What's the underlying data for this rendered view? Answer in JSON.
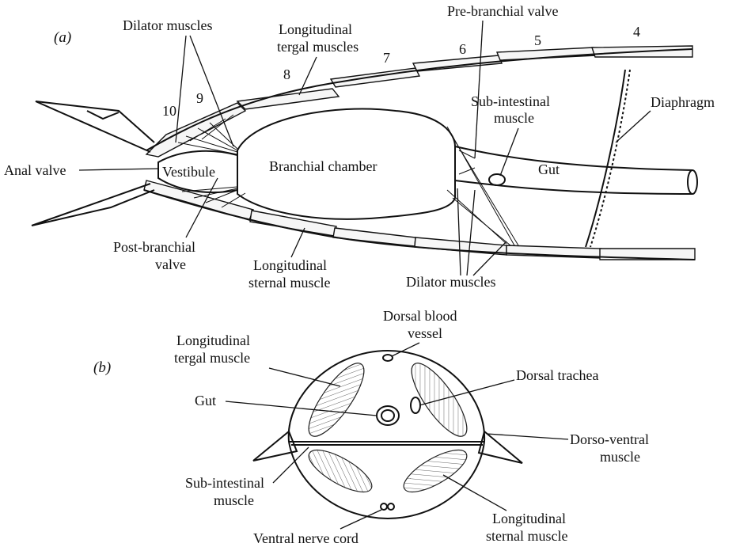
{
  "panel_a": {
    "panel_label": "(a)",
    "segments": [
      "10",
      "9",
      "8",
      "7",
      "6",
      "5",
      "4"
    ],
    "labels": {
      "dilator_top": "Dilator muscles",
      "long_tergal_1": "Longitudinal",
      "long_tergal_2": "tergal muscles",
      "pre_branchial": "Pre-branchial valve",
      "sub_intestinal_1": "Sub-intestinal",
      "sub_intestinal_2": "muscle",
      "diaphragm": "Diaphragm",
      "anal_valve": "Anal valve",
      "vestibule": "Vestibule",
      "branchial_chamber": "Branchial chamber",
      "gut": "Gut",
      "post_branchial_1": "Post-branchial",
      "post_branchial_2": "valve",
      "long_sternal_1": "Longitudinal",
      "long_sternal_2": "sternal muscle",
      "dilator_bottom": "Dilator muscles"
    }
  },
  "panel_b": {
    "panel_label": "(b)",
    "labels": {
      "dorsal_blood_1": "Dorsal blood",
      "dorsal_blood_2": "vessel",
      "long_tergal_1": "Longitudinal",
      "long_tergal_2": "tergal muscle",
      "dorsal_trachea": "Dorsal trachea",
      "gut": "Gut",
      "dorso_ventral_1": "Dorso-ventral",
      "dorso_ventral_2": "muscle",
      "sub_intestinal_1": "Sub-intestinal",
      "sub_intestinal_2": "muscle",
      "ventral_nerve": "Ventral nerve cord",
      "long_sternal_1": "Longitudinal",
      "long_sternal_2": "sternal muscle"
    }
  }
}
